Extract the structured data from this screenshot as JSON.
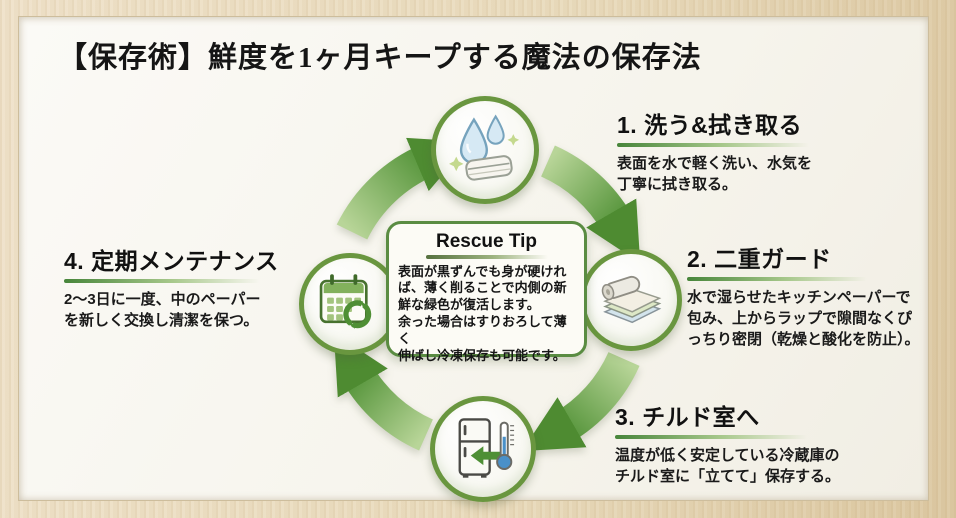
{
  "title": "【保存術】鮮度を1ヶ月キープする魔法の保存法",
  "steps": [
    {
      "heading": "1. 洗う&拭き取る",
      "description": "表面を水で軽く洗い、水気を\n丁寧に拭き取る。",
      "icon": "water-drops-and-towel"
    },
    {
      "heading": "2. 二重ガード",
      "description": "水で湿らせたキッチンペーパーで\n包み、上からラップで隙間なくぴ\nっちり密閉（乾燥と酸化を防止）。",
      "icon": "paper-and-wrap-layers"
    },
    {
      "heading": "3. チルド室へ",
      "description": "温度が低く安定している冷蔵庫の\nチルド室に「立てて」保存する。",
      "icon": "fridge-with-thermometer"
    },
    {
      "heading": "4. 定期メンテナンス",
      "description": "2～3日に一度、中のペーパー\nを新しく交換し清潔を保つ。",
      "icon": "calendar-with-refresh"
    }
  ],
  "tip": {
    "title": "Rescue Tip",
    "body": "表面が黒ずんでも身が硬けれ\nば、薄く削ることで内側の新\n鮮な緑色が復活します。\n余った場合はすりおろして薄く\n伸ばし冷凍保存も可能です。"
  },
  "colors": {
    "arrow_dark_green": "#4e8b31",
    "arrow_light_green": "#b8d598",
    "circle_ring_green": "#69963f",
    "underline_green": "#47853a",
    "wood_light": "#efe2ca",
    "wood_dark": "#dcc8a2",
    "board_bg": "#f6f4ec",
    "text": "#161616"
  }
}
